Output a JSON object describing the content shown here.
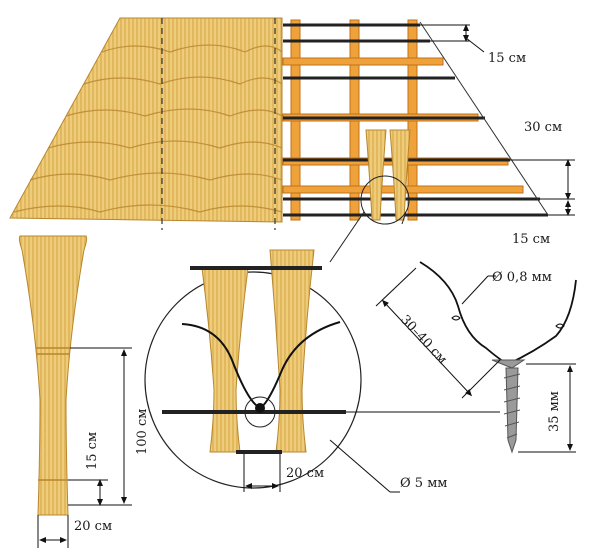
{
  "labels": {
    "batten_gap": "15 см",
    "course_step": "30 см",
    "batten_gap_lower": "15 см",
    "bundle_height": "100 см",
    "bundle_tie": "15 см",
    "bundle_width": "20 см",
    "bundle_spacing": "20 см",
    "rod_diameter": "Ø 5 мм",
    "wire_diameter": "Ø 0,8 мм",
    "wire_length": "30–40 см",
    "screw_length": "35 мм"
  },
  "colors": {
    "straw": "#e9c36a",
    "straw_dark": "#b8862d",
    "batten": "#f0a23a",
    "batten_edge": "#c0701a",
    "rod": "#222222",
    "screw": "#8a8a8a"
  }
}
